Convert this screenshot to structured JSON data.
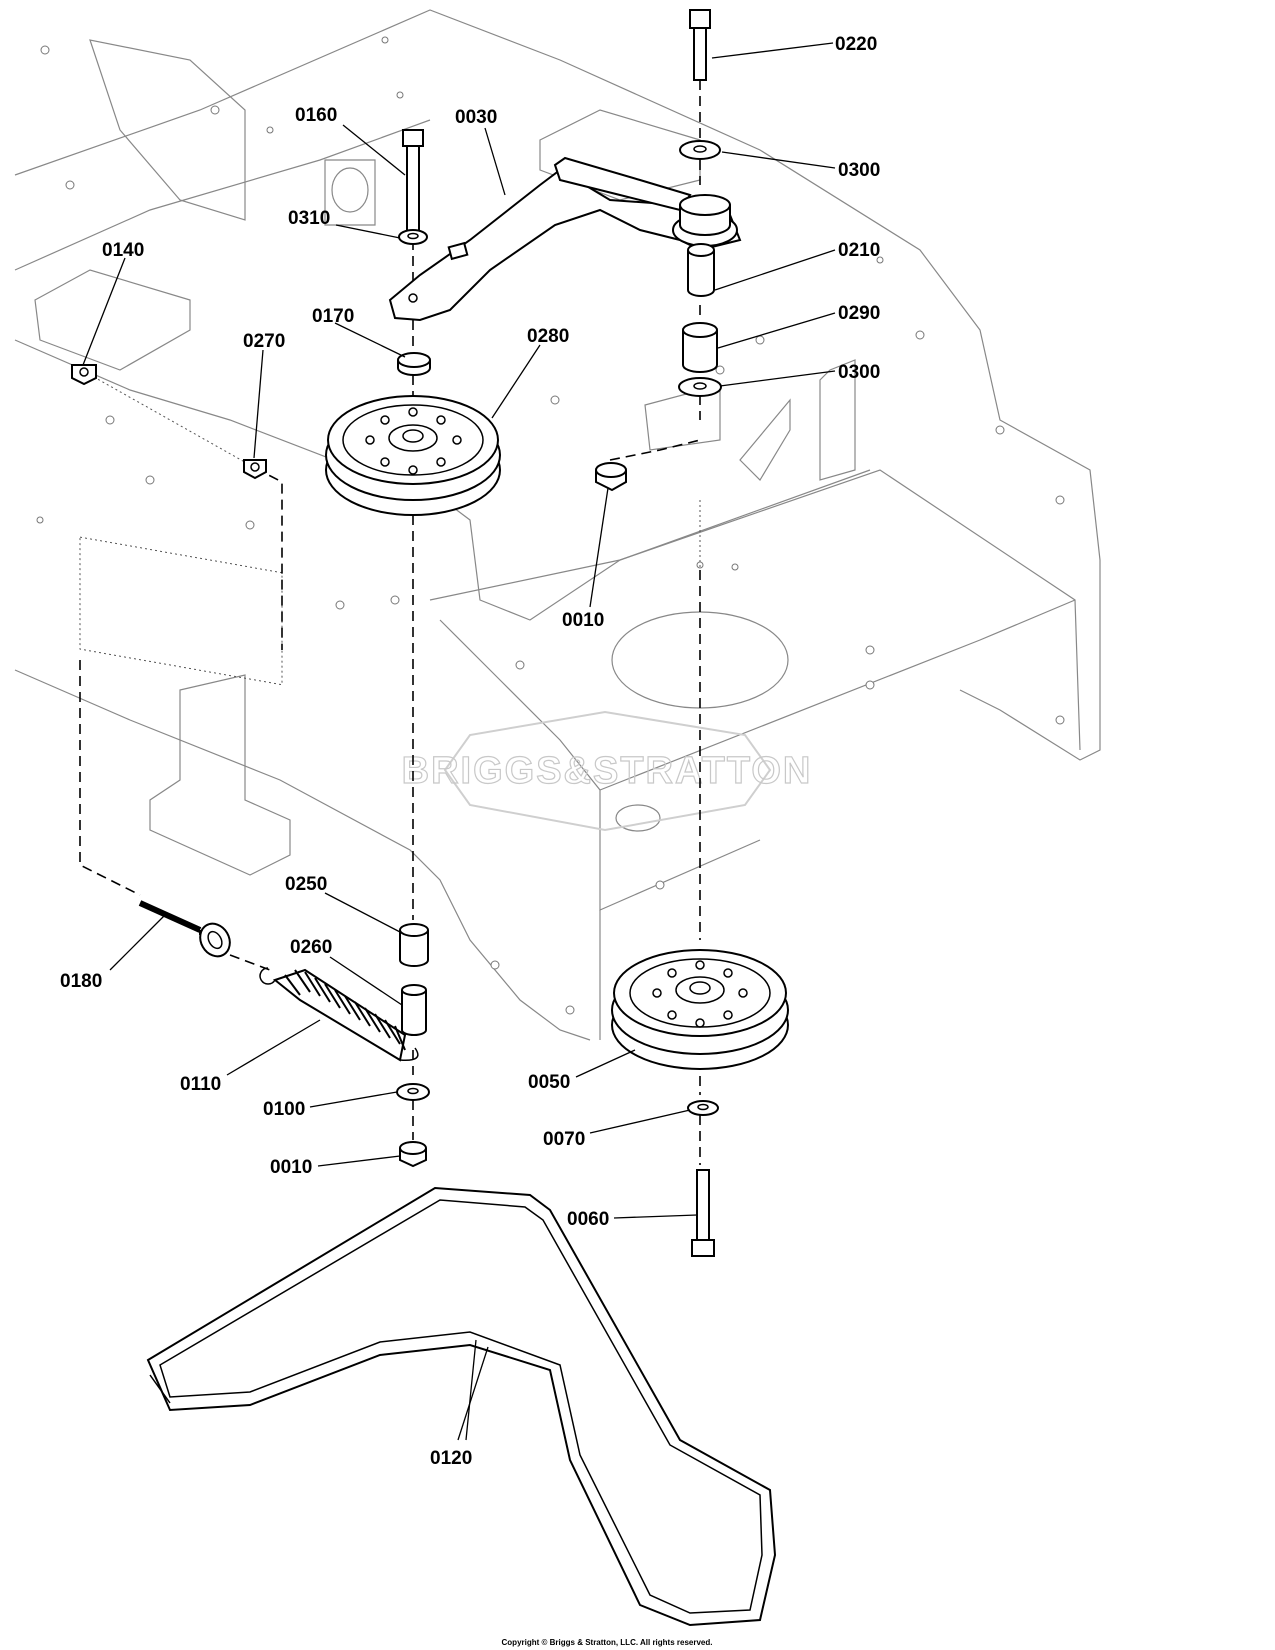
{
  "diagram": {
    "labels": [
      {
        "id": "0220",
        "text": "0220"
      },
      {
        "id": "0300a",
        "text": "0300"
      },
      {
        "id": "0160",
        "text": "0160"
      },
      {
        "id": "0030",
        "text": "0030"
      },
      {
        "id": "0310",
        "text": "0310"
      },
      {
        "id": "0210",
        "text": "0210"
      },
      {
        "id": "0140",
        "text": "0140"
      },
      {
        "id": "0290",
        "text": "0290"
      },
      {
        "id": "0170",
        "text": "0170"
      },
      {
        "id": "0270",
        "text": "0270"
      },
      {
        "id": "0280",
        "text": "0280"
      },
      {
        "id": "0300b",
        "text": "0300"
      },
      {
        "id": "0010a",
        "text": "0010"
      },
      {
        "id": "0250",
        "text": "0250"
      },
      {
        "id": "0260",
        "text": "0260"
      },
      {
        "id": "0180",
        "text": "0180"
      },
      {
        "id": "0110",
        "text": "0110"
      },
      {
        "id": "0100",
        "text": "0100"
      },
      {
        "id": "0050",
        "text": "0050"
      },
      {
        "id": "0070",
        "text": "0070"
      },
      {
        "id": "0010b",
        "text": "0010"
      },
      {
        "id": "0060",
        "text": "0060"
      },
      {
        "id": "0120",
        "text": "0120"
      }
    ],
    "watermark": "BRIGGS&STRATTON",
    "copyright": "Copyright © Briggs & Stratton, LLC. All rights reserved."
  }
}
